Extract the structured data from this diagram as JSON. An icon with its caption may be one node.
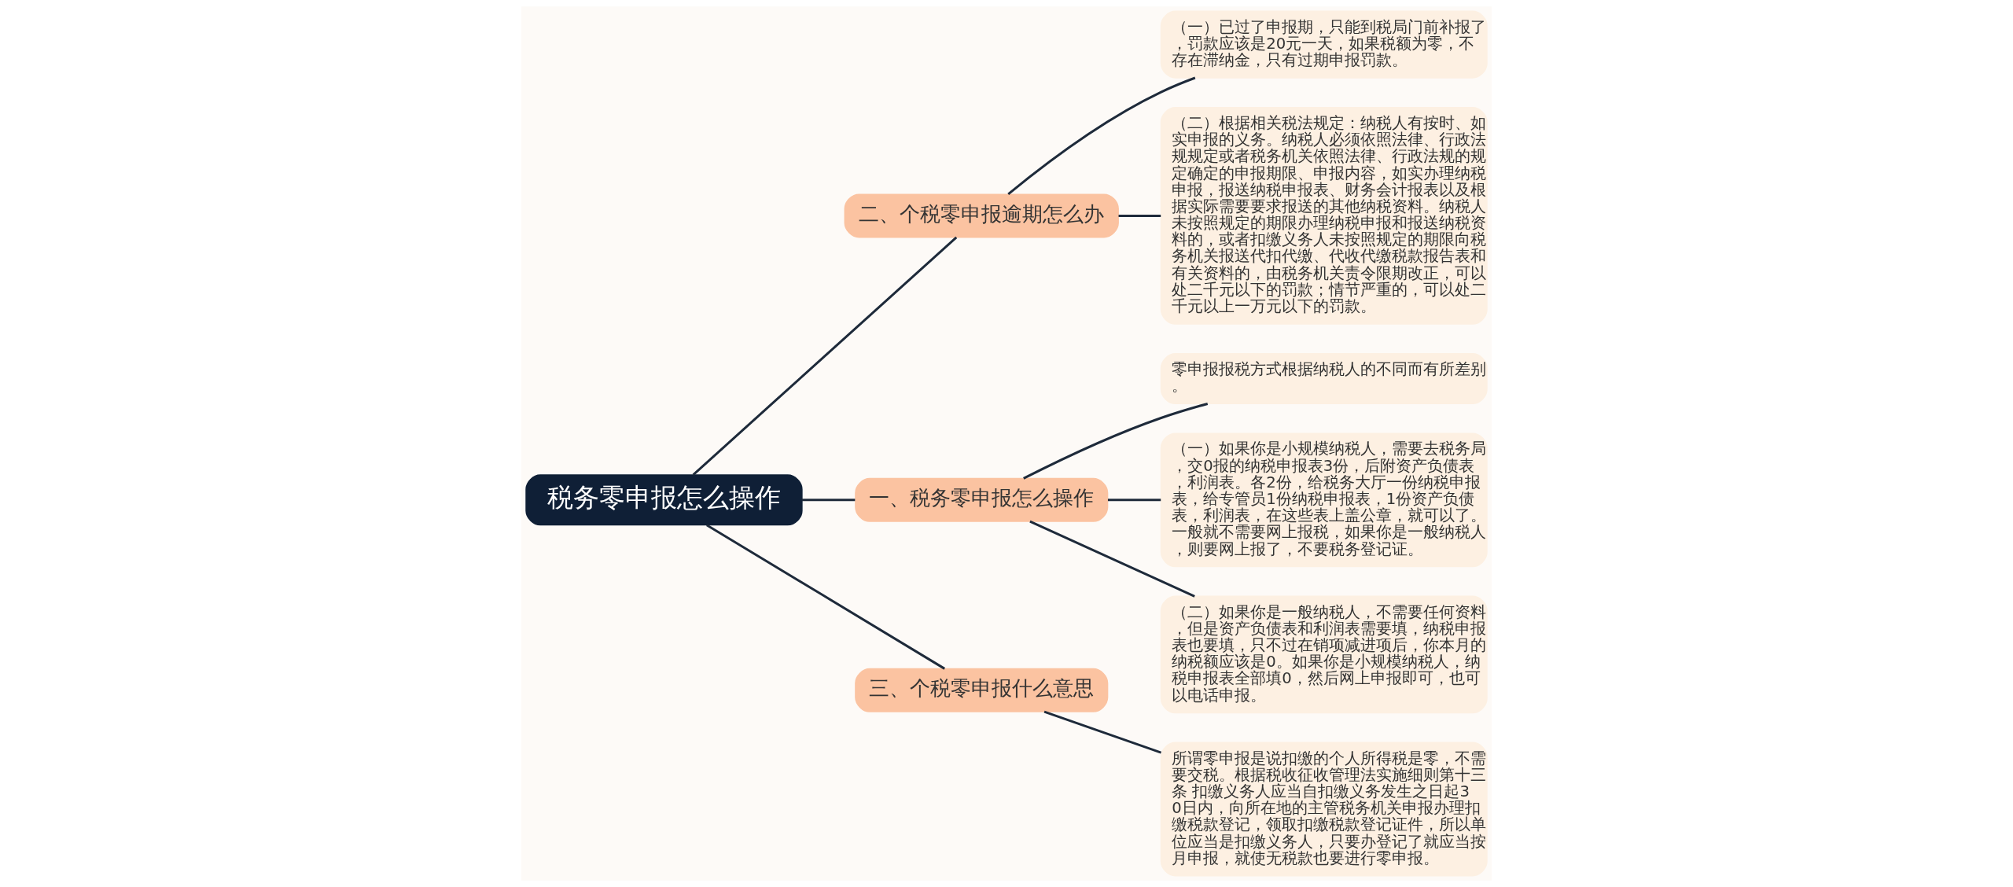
{
  "diagram": {
    "nodes": [
      {
        "text": [
          "税务零申报怎么操作"
        ]
      },
      {
        "text": [
          "二、个税零申报逾期怎么办"
        ]
      },
      {
        "text": [
          "（一）已过了申报期，只能到税局门前补报了，罚款应该是20元一天，如果税额为零，不存在滞纳金，只有过期申报罚款。"
        ]
      },
      {
        "text": [
          "（二）根据相关税法规定：纳税人有按时、如实申报的义务。纳税人必须依照法律、行政法规规定或者税务机关依照法律、行政法规的规定确定的申报期限、申报内容，如实办理纳税申报，报送纳税申报表、财务会计报表以及根据实际需要要求报送的其他纳税资料。纳税人未按照规定的期限办理纳税申报和报送纳税资料的，或者扣缴义务人未按照规定的期限向税务机关报送代扣代缴、代收代缴税款报告表和有关资料的，由税务机关责令限期改正，可以处二千元以下的罚款；情节严重的，可以处二千元以上一万元以下的罚款。"
        ]
      },
      {
        "text": [
          "一、税务零申报怎么操作"
        ]
      },
      {
        "text": [
          "零申报报税方式根据纳税人的不同而有所差别。"
        ]
      },
      {
        "text": [
          "（一）如果你是小规模纳税人，需要去税务局，交0报的纳税申报表3份，后附资产负债表，利润表。各2份，给税务大厅一份纳税申报表，给专管员1份纳税申报表，1份资产负债表，利润表，在这些表上盖公章，就可以了。一般就不需要网上报税，如果你是一般纳税人，则要网上报了，不要税务登记证。"
        ]
      },
      {
        "text": [
          "（二）如果你是一般纳税人，不需要任何资料，但是资产负债表和利润表需要填，纳税申报表也要填，只不过在销项减进项后，你本月的纳税额应该是0。如果你是小规模纳税人，纳税申报表全部填0，然后网上申报即可，也可以电话申报。"
        ]
      },
      {
        "text": [
          "三、个税零申报什么意思"
        ]
      },
      {
        "text": [
          "所谓零申报是说扣缴的个人所得税是零，不需要交税。根据税收征收管理法实施细则第十三条 扣缴义务人应当自扣缴义务发生之日起30日内，向所在地的主管税务机关申报办理扣缴税款登记，领取扣缴税款登记证件，所以单位应当是扣缴义务人，只要办登记了就应当按月申报，就使无税款也要进行零申报。"
        ]
      }
    ],
    "edges": [
      {
        "from": 0,
        "to": 1,
        "arrow": "none"
      },
      {
        "from": 1,
        "to": 2,
        "arrow": "none"
      },
      {
        "from": 1,
        "to": 3,
        "arrow": "none"
      },
      {
        "from": 0,
        "to": 4,
        "arrow": "none"
      },
      {
        "from": 4,
        "to": 5,
        "arrow": "none"
      },
      {
        "from": 4,
        "to": 6,
        "arrow": "none"
      },
      {
        "from": 4,
        "to": 7,
        "arrow": "none"
      },
      {
        "from": 0,
        "to": 8,
        "arrow": "none"
      },
      {
        "from": 8,
        "to": 9,
        "arrow": "none"
      }
    ]
  }
}
